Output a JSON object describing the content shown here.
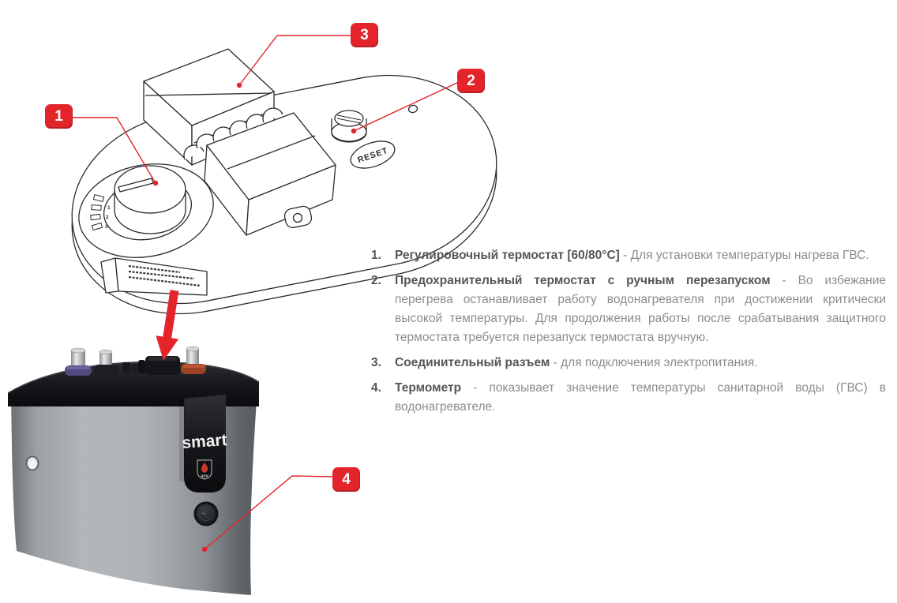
{
  "legend": {
    "items": [
      {
        "num": "1.",
        "title": "Регулировочный термостат [60/80°C] ",
        "desc": "- Для установки температуры нагрева ГВС."
      },
      {
        "num": "2.",
        "title": "Предохранительный термостат с ручным перезапуском ",
        "desc": "- Во избежание перегрева останавливает работу водонагревателя при достижении критически высокой температуры. Для продолжения работы после срабатывания защитного термостата требуется перезапуск термостата вручную."
      },
      {
        "num": "3.",
        "title": "Соединительный разъем ",
        "desc": "- для подключения электропитания."
      },
      {
        "num": "4.",
        "title": "Термометр ",
        "desc": "- показывает значение температуры санитарной воды (ГВС) в водонагревателе."
      }
    ]
  },
  "callouts": [
    {
      "number": "1"
    },
    {
      "number": "2"
    },
    {
      "number": "3"
    },
    {
      "number": "4"
    }
  ],
  "drawing": {
    "reset_label": "RESET",
    "dial_ticks": [
      "1",
      "2",
      "3"
    ]
  },
  "heater": {
    "brand": "smart",
    "logo_text": "ACV"
  },
  "colors": {
    "accent_red": "#e3242b",
    "text_dark": "#55565a",
    "text_gray": "#8a8c90",
    "line_art": "#2b2b2e"
  }
}
